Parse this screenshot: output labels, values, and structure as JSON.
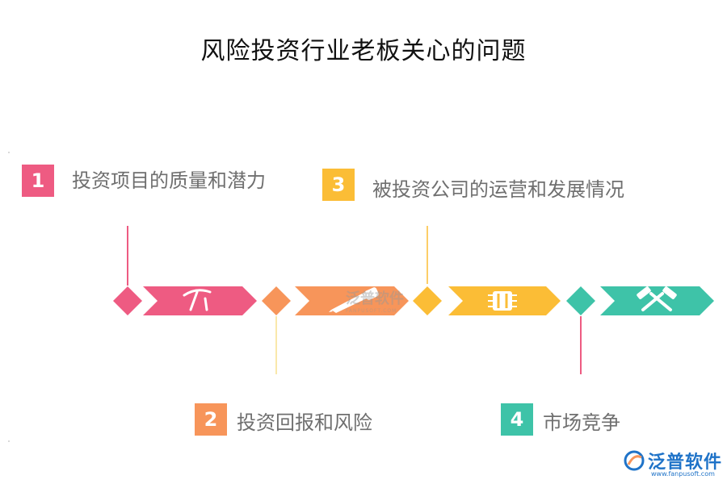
{
  "title": "风险投资行业老板关心的问题",
  "items": [
    {
      "num": "1",
      "label": "投资项目的质量和潜力",
      "color": "#ee5b82"
    },
    {
      "num": "2",
      "label": "投资回报和风险",
      "color": "#f7955a"
    },
    {
      "num": "3",
      "label": "被投资公司的运营和发展情况",
      "color": "#fbbd36"
    },
    {
      "num": "4",
      "label": "市场竞争",
      "color": "#3ec3a8"
    }
  ],
  "icons": [
    "pickaxe-icon",
    "saw-icon",
    "traffic-light-icon",
    "hammer-cross-icon"
  ],
  "watermark": {
    "cn": "泛普软件",
    "en": "FANPUSOFT.COM"
  },
  "logo": {
    "brand": "泛普软件",
    "url": "www.fanpusoft.com",
    "color": "#1f73c8"
  }
}
